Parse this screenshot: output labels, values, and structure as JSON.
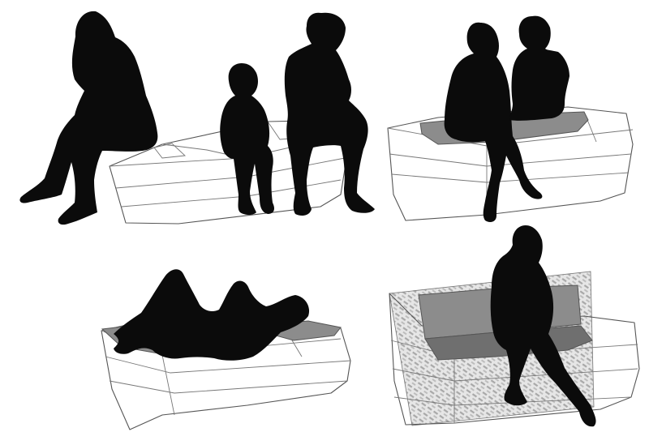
{
  "colors": {
    "background": "#ffffff",
    "silhouette": "#0b0b0b",
    "wireframe": "#555555",
    "cushion": "#8c8c8c",
    "cushion_dark": "#6f6f6f",
    "lattice": "#b5b5b5"
  },
  "scenes": [
    {
      "id": "scene-1",
      "description_name": "bench-open-seating",
      "figures": [
        "woman-long-hair",
        "child",
        "man-curly-hair"
      ]
    },
    {
      "id": "scene-2",
      "description_name": "bench-with-cushion",
      "figures": [
        "person-short-hair",
        "person-curly-hair"
      ]
    },
    {
      "id": "scene-3",
      "description_name": "bench-reclining",
      "figures": [
        "person-lying-down"
      ]
    },
    {
      "id": "scene-4",
      "description_name": "bench-with-lattice-back",
      "figures": [
        "woman-sitting-crossed-legs"
      ]
    }
  ]
}
